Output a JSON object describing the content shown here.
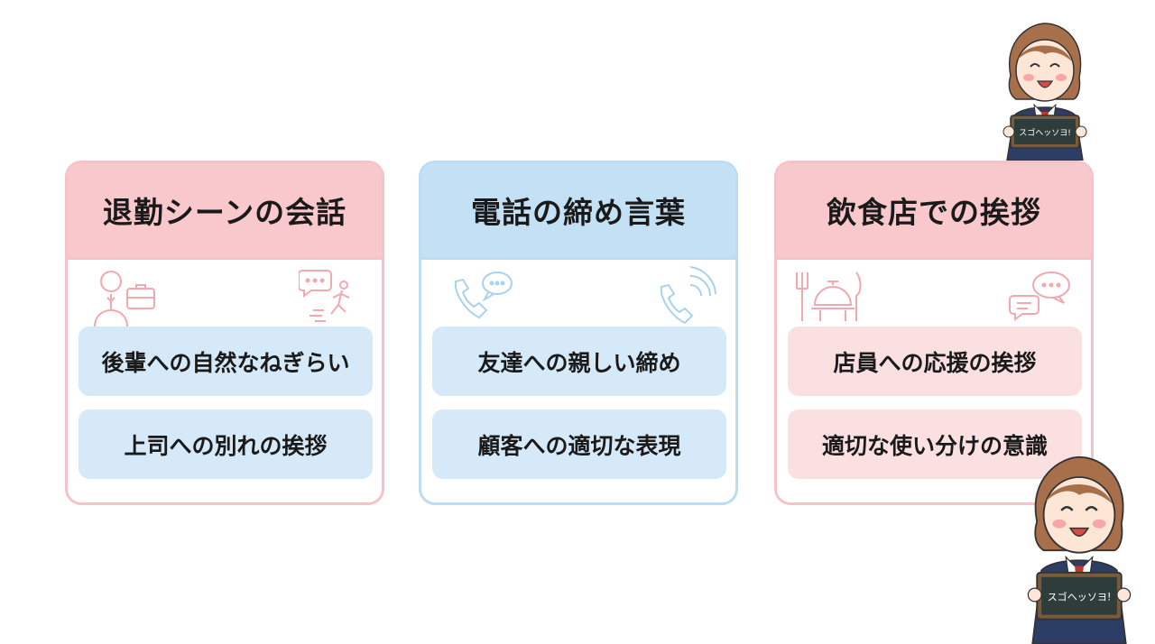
{
  "cards": [
    {
      "title": "退勤シーンの会話",
      "items": [
        "後輩への自然なねぎらい",
        "上司への別れの挨拶"
      ]
    },
    {
      "title": "電話の締め言葉",
      "items": [
        "友達への親しい締め",
        "顧客への適切な表現"
      ]
    },
    {
      "title": "飲食店での挨拶",
      "items": [
        "店員への応援の挨拶",
        "適切な使い分けの意識"
      ]
    }
  ],
  "mascot": {
    "sign_text": "スゴヘッソヨ!"
  },
  "colors": {
    "pink": "#f8c8cc",
    "blue": "#c3e0f5",
    "pill_blue": "#d6e9f8",
    "pill_pink": "#fbe0e2"
  }
}
